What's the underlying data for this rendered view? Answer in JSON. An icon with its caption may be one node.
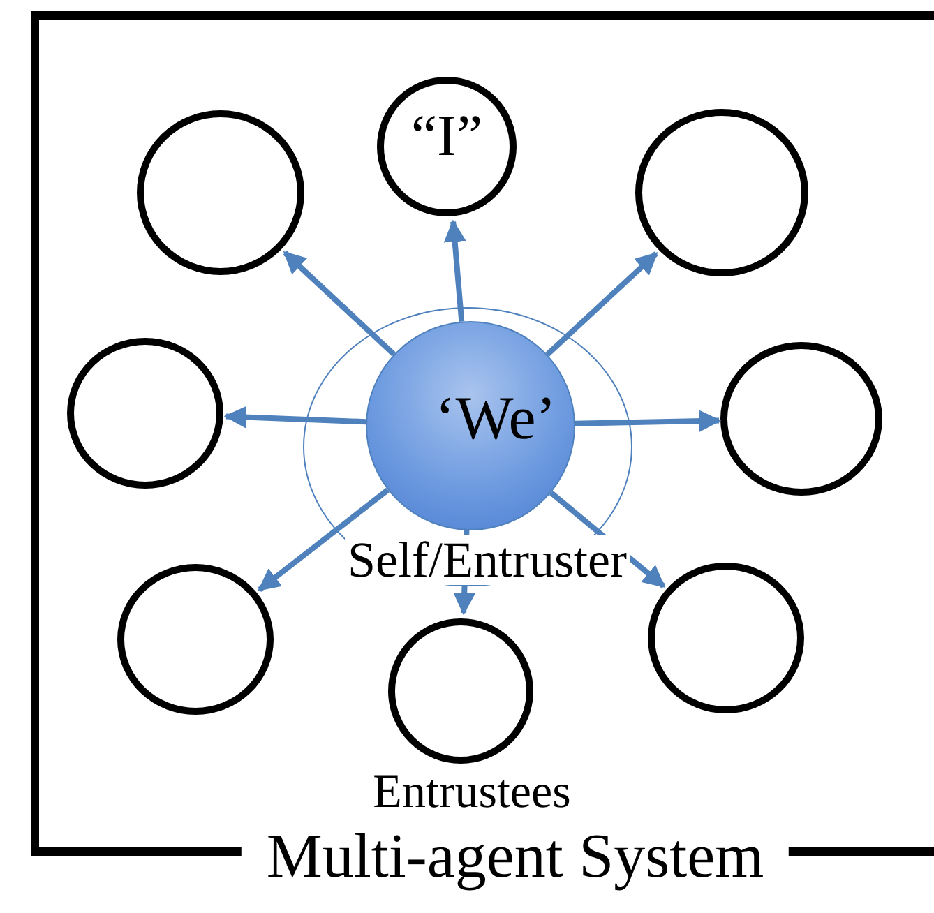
{
  "diagram": {
    "nodes": [
      {
        "text": [
          "Multi-agent System"
        ]
      },
      {
        "text": [
          "Self/Entruster"
        ],
        "in": 0
      },
      {
        "text": [
          "‘We’"
        ],
        "in": 1
      },
      {
        "text": [
          "“I”"
        ],
        "in": 0
      },
      {
        "text": [],
        "shape": "circle",
        "in": 0
      },
      {
        "text": [],
        "shape": "circle",
        "in": 0
      },
      {
        "text": [],
        "shape": "circle",
        "in": 0
      },
      {
        "text": [],
        "shape": "circle",
        "in": 0
      },
      {
        "text": [],
        "shape": "circle",
        "in": 0
      },
      {
        "text": [],
        "shape": "circle",
        "in": 0
      },
      {
        "text": [],
        "shape": "circle",
        "in": 0
      }
    ],
    "edges": [
      {
        "from": 2,
        "to": 3,
        "arrow": "to"
      },
      {
        "from": 2,
        "to": 4,
        "arrow": "to"
      },
      {
        "from": 2,
        "to": 5,
        "arrow": "to"
      },
      {
        "from": 2,
        "to": 6,
        "arrow": "to"
      },
      {
        "from": 2,
        "to": 7,
        "arrow": "to"
      },
      {
        "from": 2,
        "to": 8,
        "arrow": "to"
      },
      {
        "from": 2,
        "to": 9,
        "arrow": "to"
      },
      {
        "from": 2,
        "to": 10,
        "arrow": "to"
      }
    ],
    "labels": [
      "Entrustees"
    ]
  }
}
